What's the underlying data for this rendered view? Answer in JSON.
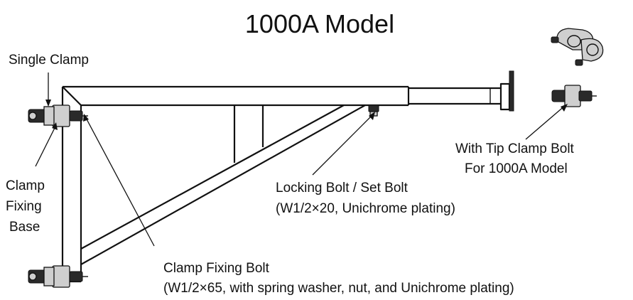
{
  "title": "1000A Model",
  "labels": {
    "single_clamp": "Single Clamp",
    "clamp_fixing_base": [
      "Clamp",
      "Fixing",
      "Base"
    ],
    "locking_bolt": [
      "Locking Bolt / Set Bolt",
      "(W1/2×20, Unichrome plating)"
    ],
    "clamp_fixing_bolt": [
      "Clamp Fixing Bolt",
      "(W1/2×65, with spring washer, nut, and Unichrome plating)"
    ],
    "tip_clamp_bolt": [
      "With Tip Clamp Bolt",
      "For 1000A Model"
    ]
  },
  "icons": {
    "clamp_top": "swivel-clamp-icon",
    "clamp_bottom": "bolt-assembly-icon"
  }
}
